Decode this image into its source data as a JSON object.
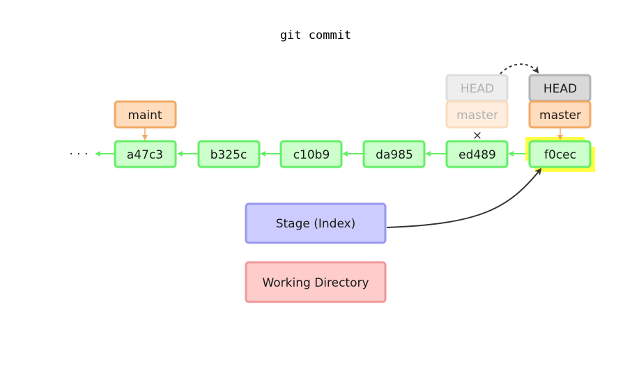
{
  "title": "git commit",
  "ellipsis": "· · ·",
  "commits": [
    "a47c3",
    "b325c",
    "c10b9",
    "da985",
    "ed489",
    "f0cec"
  ],
  "branches": {
    "maint": "maint",
    "old_head": "HEAD",
    "old_master": "master",
    "new_head": "HEAD",
    "new_master": "master"
  },
  "removed_marker": "×",
  "areas": {
    "stage": "Stage (Index)",
    "working_directory": "Working Directory"
  },
  "colors": {
    "commit_fill": "#ccffcc",
    "commit_stroke": "#66ee66",
    "branch_fill": "#ffdcbc",
    "branch_stroke": "#f2aa66",
    "head_fill": "#d9d9d9",
    "head_stroke": "#b3b3b3",
    "stage_fill": "#ccccff",
    "stage_stroke": "#9999ee",
    "workdir_fill": "#ffcccc",
    "workdir_stroke": "#ee9999",
    "highlight": "#ffff44"
  }
}
